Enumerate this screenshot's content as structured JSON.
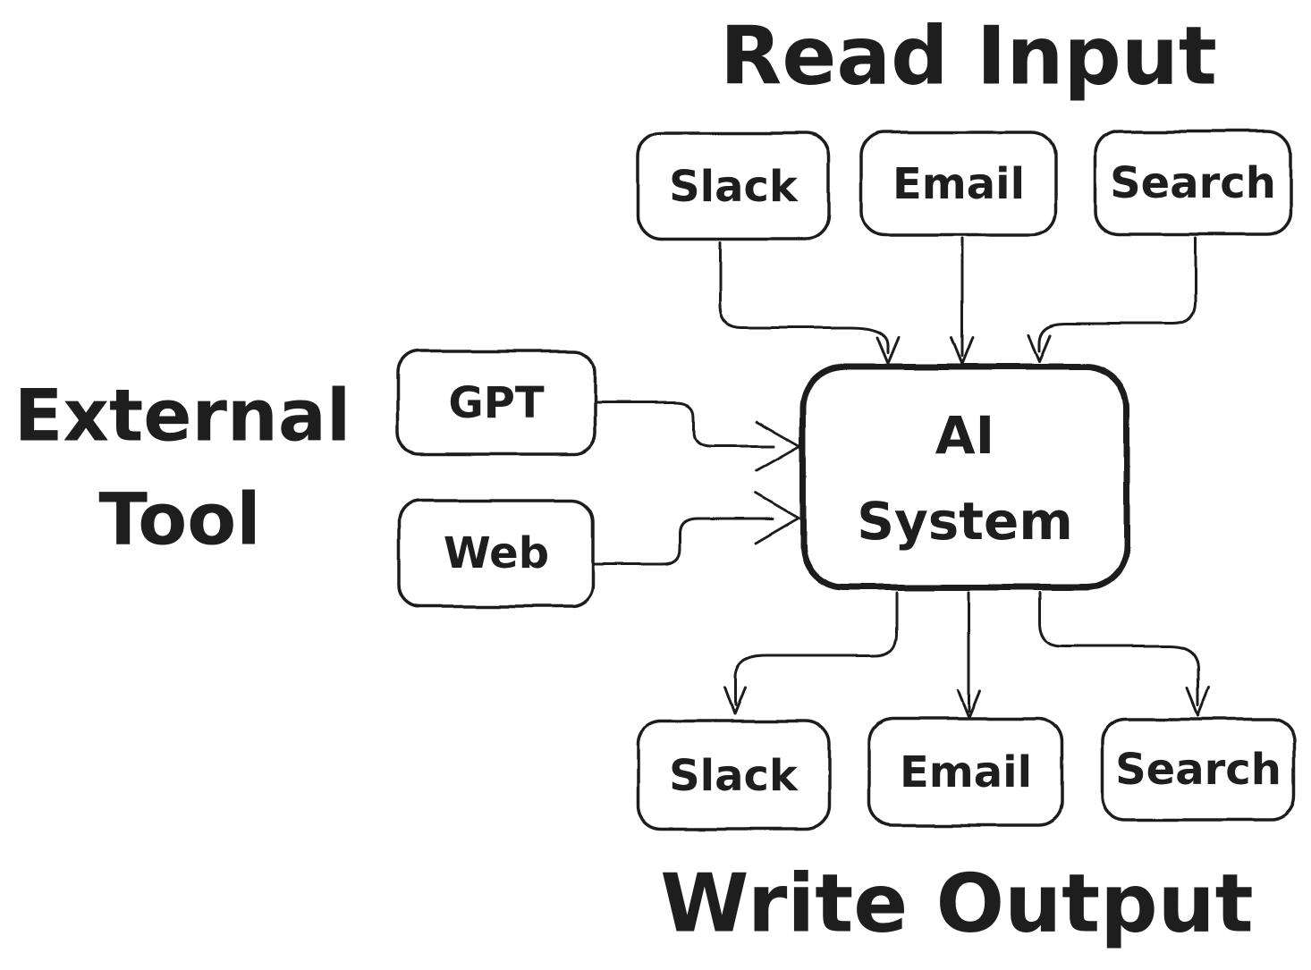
{
  "diagram": {
    "background": "#ffffff",
    "ink": "#1e1e1e",
    "titles": {
      "read_input": "Read Input",
      "write_output": "Write Output",
      "external_tool_lines": [
        "External",
        "Tool"
      ]
    },
    "nodes": {
      "read_inputs": [
        "Slack",
        "Email",
        "Search"
      ],
      "external_tools": [
        "GPT",
        "Web"
      ],
      "ai_system_lines": [
        "AI",
        "System"
      ],
      "write_outputs": [
        "Slack",
        "Email",
        "Search"
      ]
    },
    "edges": [
      {
        "from": "slack-input",
        "to": "ai-system"
      },
      {
        "from": "email-input",
        "to": "ai-system"
      },
      {
        "from": "search-input",
        "to": "ai-system"
      },
      {
        "from": "gpt",
        "to": "ai-system"
      },
      {
        "from": "web",
        "to": "ai-system"
      },
      {
        "from": "ai-system",
        "to": "slack-output"
      },
      {
        "from": "ai-system",
        "to": "email-output"
      },
      {
        "from": "ai-system",
        "to": "search-output"
      }
    ]
  }
}
